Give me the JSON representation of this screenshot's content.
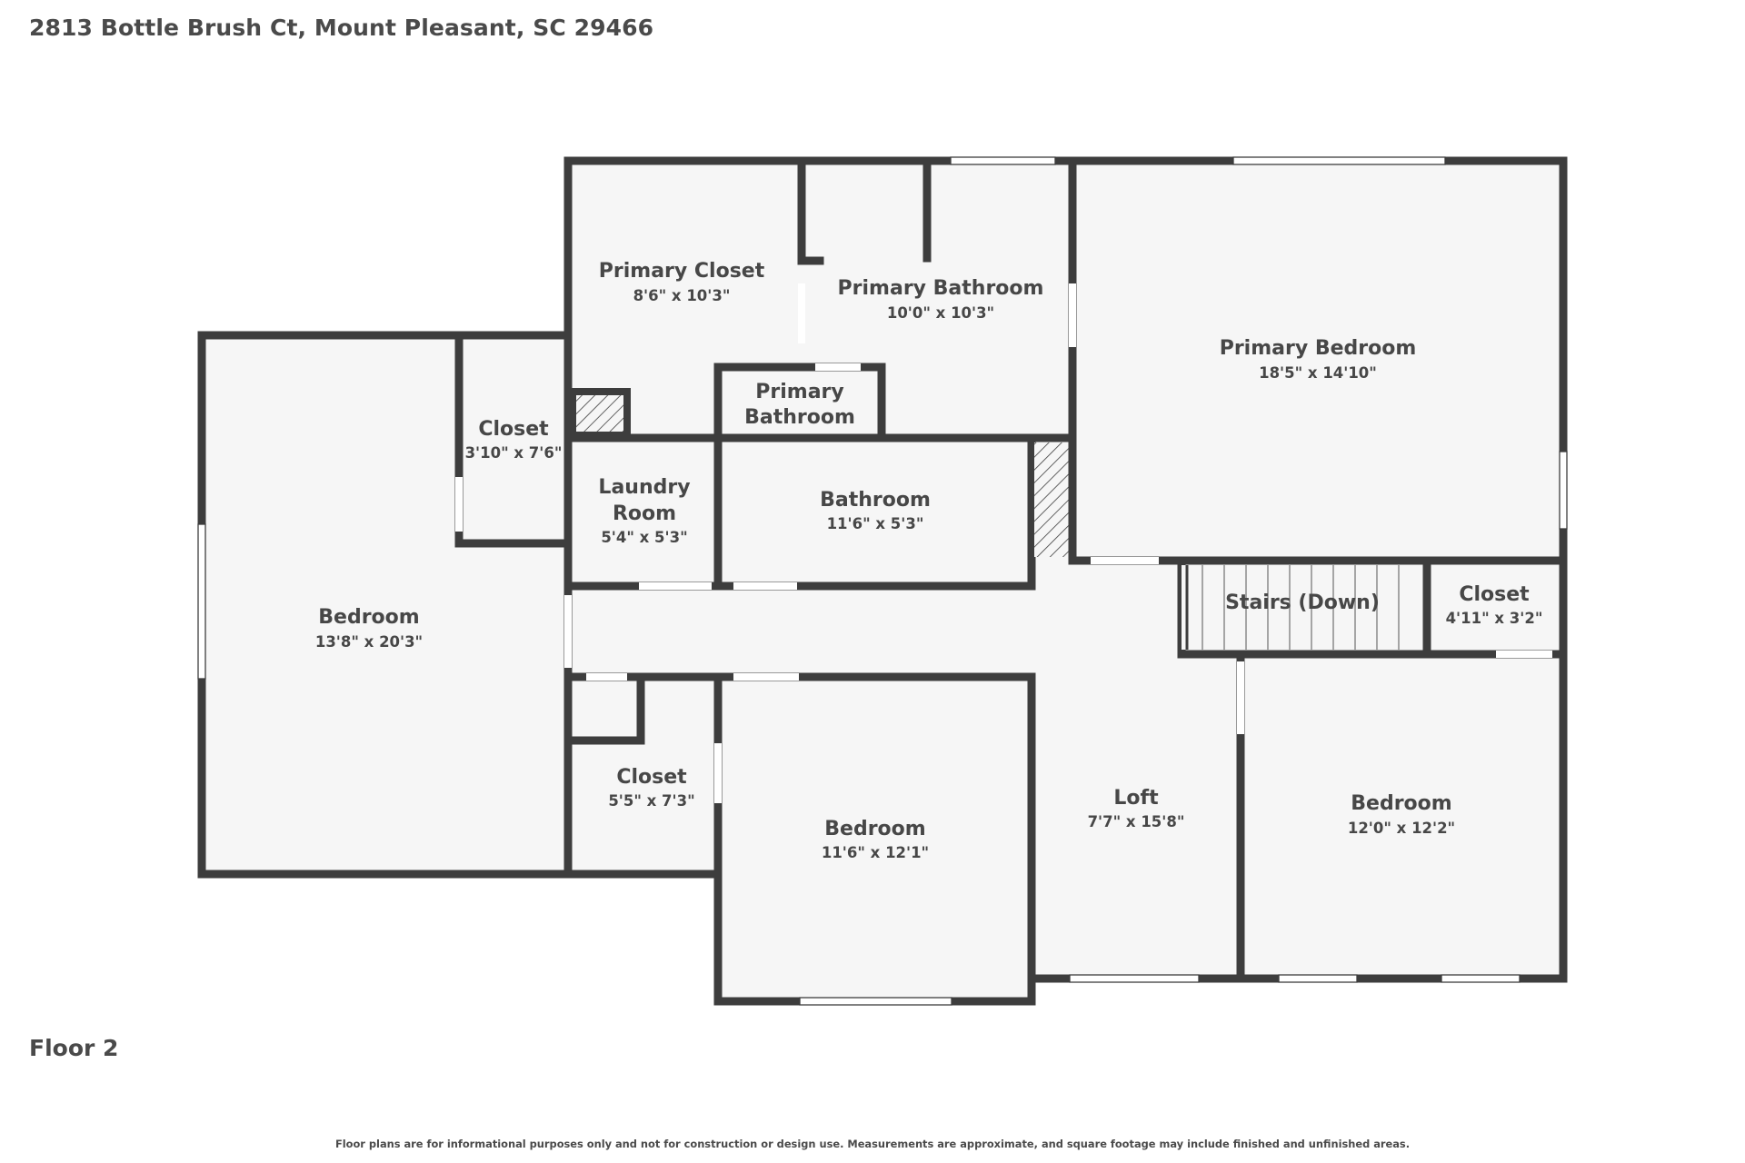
{
  "header": {
    "address": "2813 Bottle Brush Ct, Mount Pleasant, SC 29466"
  },
  "floor": {
    "label": "Floor 2"
  },
  "footer": {
    "disclaimer": "Floor plans are for informational purposes only and not for construction or design use. Measurements are approximate, and square footage may include finished and unfinished areas."
  },
  "rooms": {
    "primary_closet": {
      "name": "Primary Closet",
      "dims": "8'6\" x 10'3\""
    },
    "primary_bathroom": {
      "name": "Primary Bathroom",
      "dims": "10'0\" x 10'3\""
    },
    "primary_bathroom_small": {
      "name_line1": "Primary",
      "name_line2": "Bathroom"
    },
    "primary_bedroom": {
      "name": "Primary Bedroom",
      "dims": "18'5\" x 14'10\""
    },
    "closet_upper_left": {
      "name": "Closet",
      "dims": "3'10\" x 7'6\""
    },
    "laundry_room": {
      "name_line1": "Laundry",
      "name_line2": "Room",
      "dims": "5'4\" x 5'3\""
    },
    "bathroom": {
      "name": "Bathroom",
      "dims": "11'6\" x 5'3\""
    },
    "stairs": {
      "name": "Stairs (Down)"
    },
    "closet_right": {
      "name": "Closet",
      "dims": "4'11\" x 3'2\""
    },
    "bedroom_left": {
      "name": "Bedroom",
      "dims": "13'8\" x 20'3\""
    },
    "closet_lower": {
      "name": "Closet",
      "dims": "5'5\" x 7'3\""
    },
    "bedroom_middle": {
      "name": "Bedroom",
      "dims": "11'6\" x 12'1\""
    },
    "loft": {
      "name": "Loft",
      "dims": "7'7\" x 15'8\""
    },
    "bedroom_right": {
      "name": "Bedroom",
      "dims": "12'0\" x 12'2\""
    }
  },
  "colors": {
    "wall": "#3d3d3d",
    "floor": "#f6f6f6",
    "text": "#474747",
    "window": "#ffffff"
  }
}
